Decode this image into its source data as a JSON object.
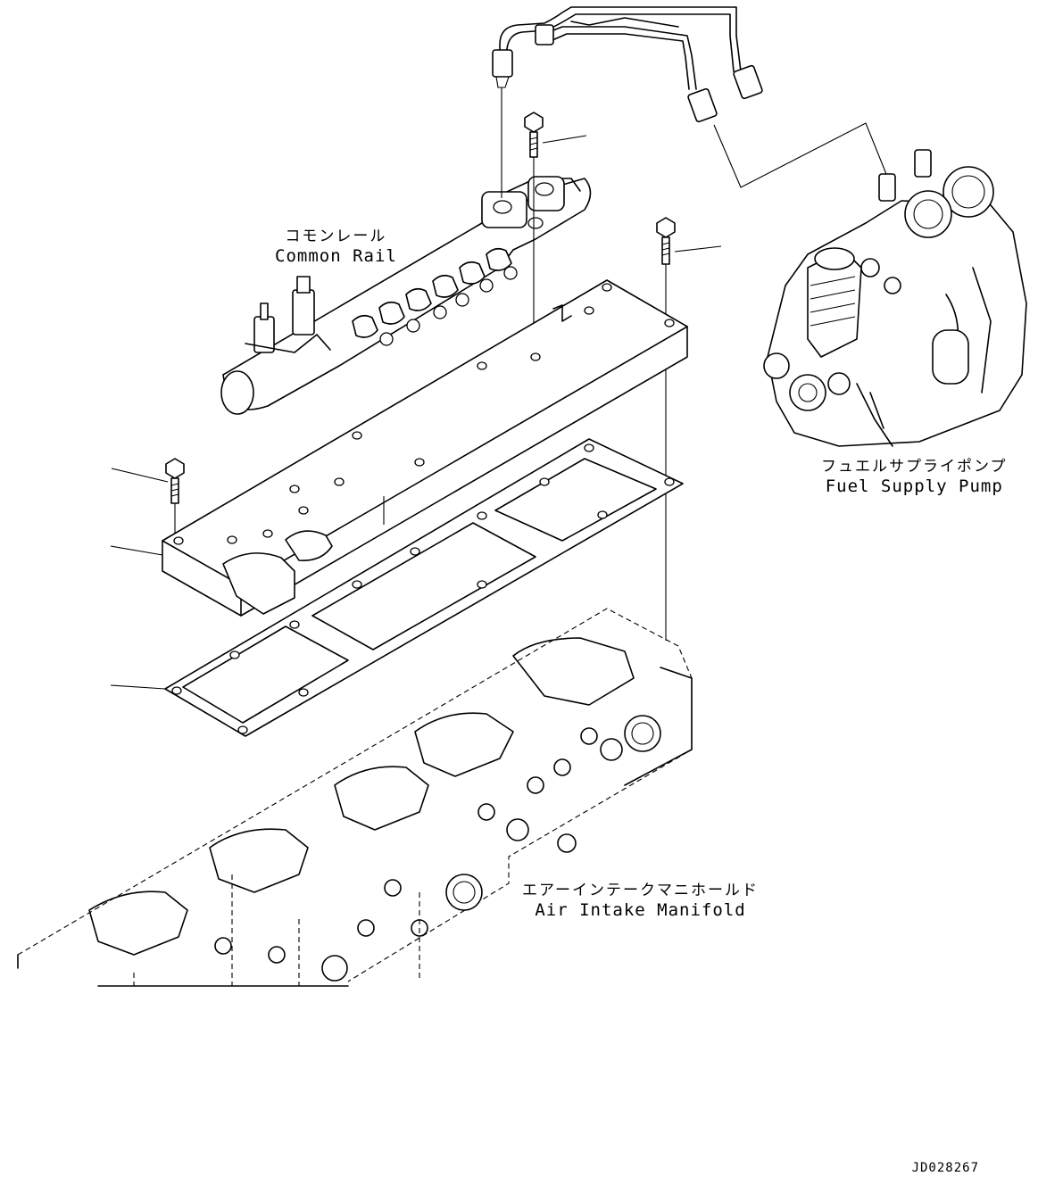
{
  "labels": {
    "common_rail": {
      "jp": "コモンレール",
      "en": "Common Rail"
    },
    "fuel_supply_pump": {
      "jp": "フュエルサプライポンプ",
      "en": "Fuel Supply Pump"
    },
    "air_intake_manifold": {
      "jp": "エアーインテークマニホールド",
      "en": "Air Intake Manifold"
    }
  },
  "drawing_code": "JD028267"
}
